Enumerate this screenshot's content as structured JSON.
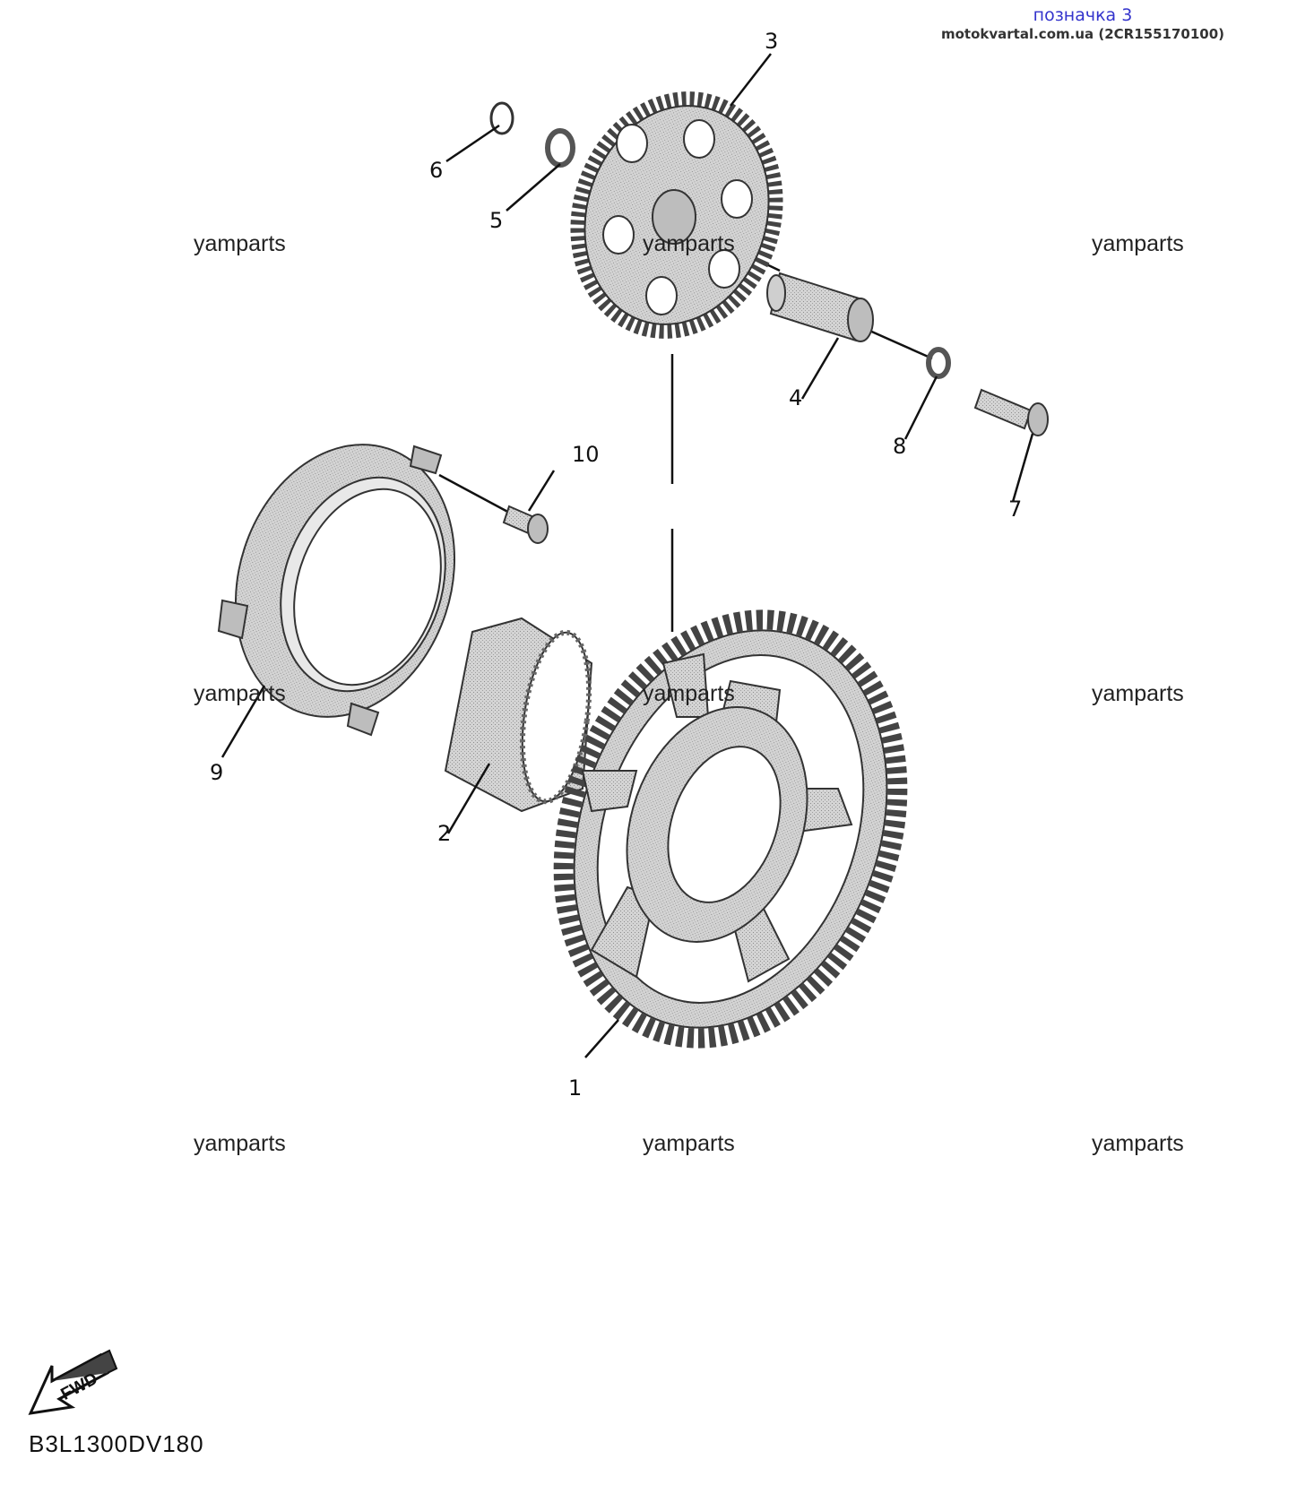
{
  "header": {
    "title": "позначка 3",
    "source": "motokvartal.com.ua (2CR155170100)"
  },
  "watermarks": [
    "yamparts",
    "yamparts",
    "yamparts",
    "yamparts",
    "yamparts",
    "yamparts",
    "yamparts",
    "yamparts",
    "yamparts"
  ],
  "callouts": [
    "1",
    "2",
    "3",
    "4",
    "5",
    "6",
    "7",
    "8",
    "9",
    "10"
  ],
  "fwd_label": "FWD",
  "diagram_code": "B3L1300DV180",
  "colors": {
    "stamp_title": "#3333cc",
    "part_fill": "#c8c8c8",
    "part_dark": "#8a8a8a",
    "line": "#111111"
  }
}
